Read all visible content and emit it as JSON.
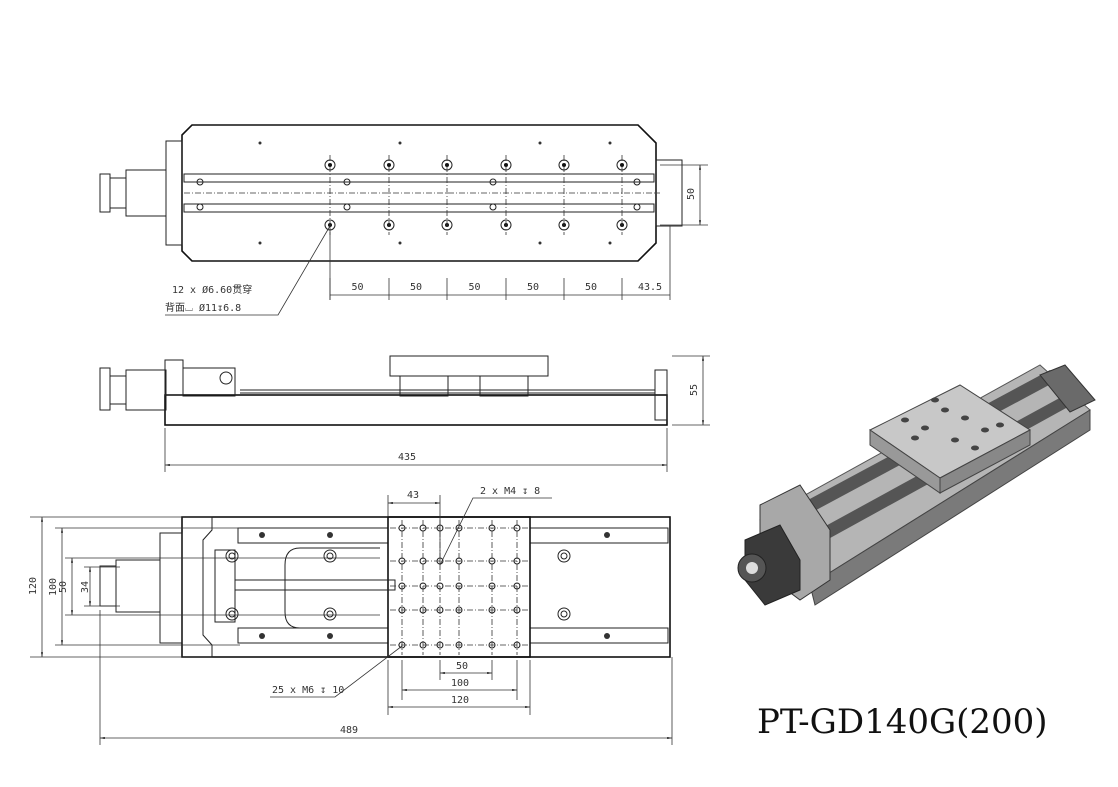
{
  "title": "PT-GD140G(200)",
  "top_view": {
    "dim_width": "50",
    "dim_pitch": [
      "50",
      "50",
      "50",
      "50",
      "50",
      "43.5"
    ],
    "note_line1": "12 x Ø6.60贯穿",
    "note_line2": "背面⌴ Ø11↧6.8"
  },
  "side_view": {
    "dim_height": "55",
    "dim_length": "435"
  },
  "bottom_view": {
    "dim_43": "43",
    "note_m4": "2 x M4 ↧ 8",
    "dim_120": "120",
    "dim_100": "100",
    "dim_50": "50",
    "dim_34": "34",
    "dim_h50": "50",
    "dim_h100": "100",
    "dim_h120": "120",
    "note_m6": "25 x M6 ↧ 10",
    "dim_489": "489"
  },
  "colors": {
    "line": "#222222",
    "render_body": "#9a9a9a",
    "render_dark": "#3a3a3a"
  }
}
